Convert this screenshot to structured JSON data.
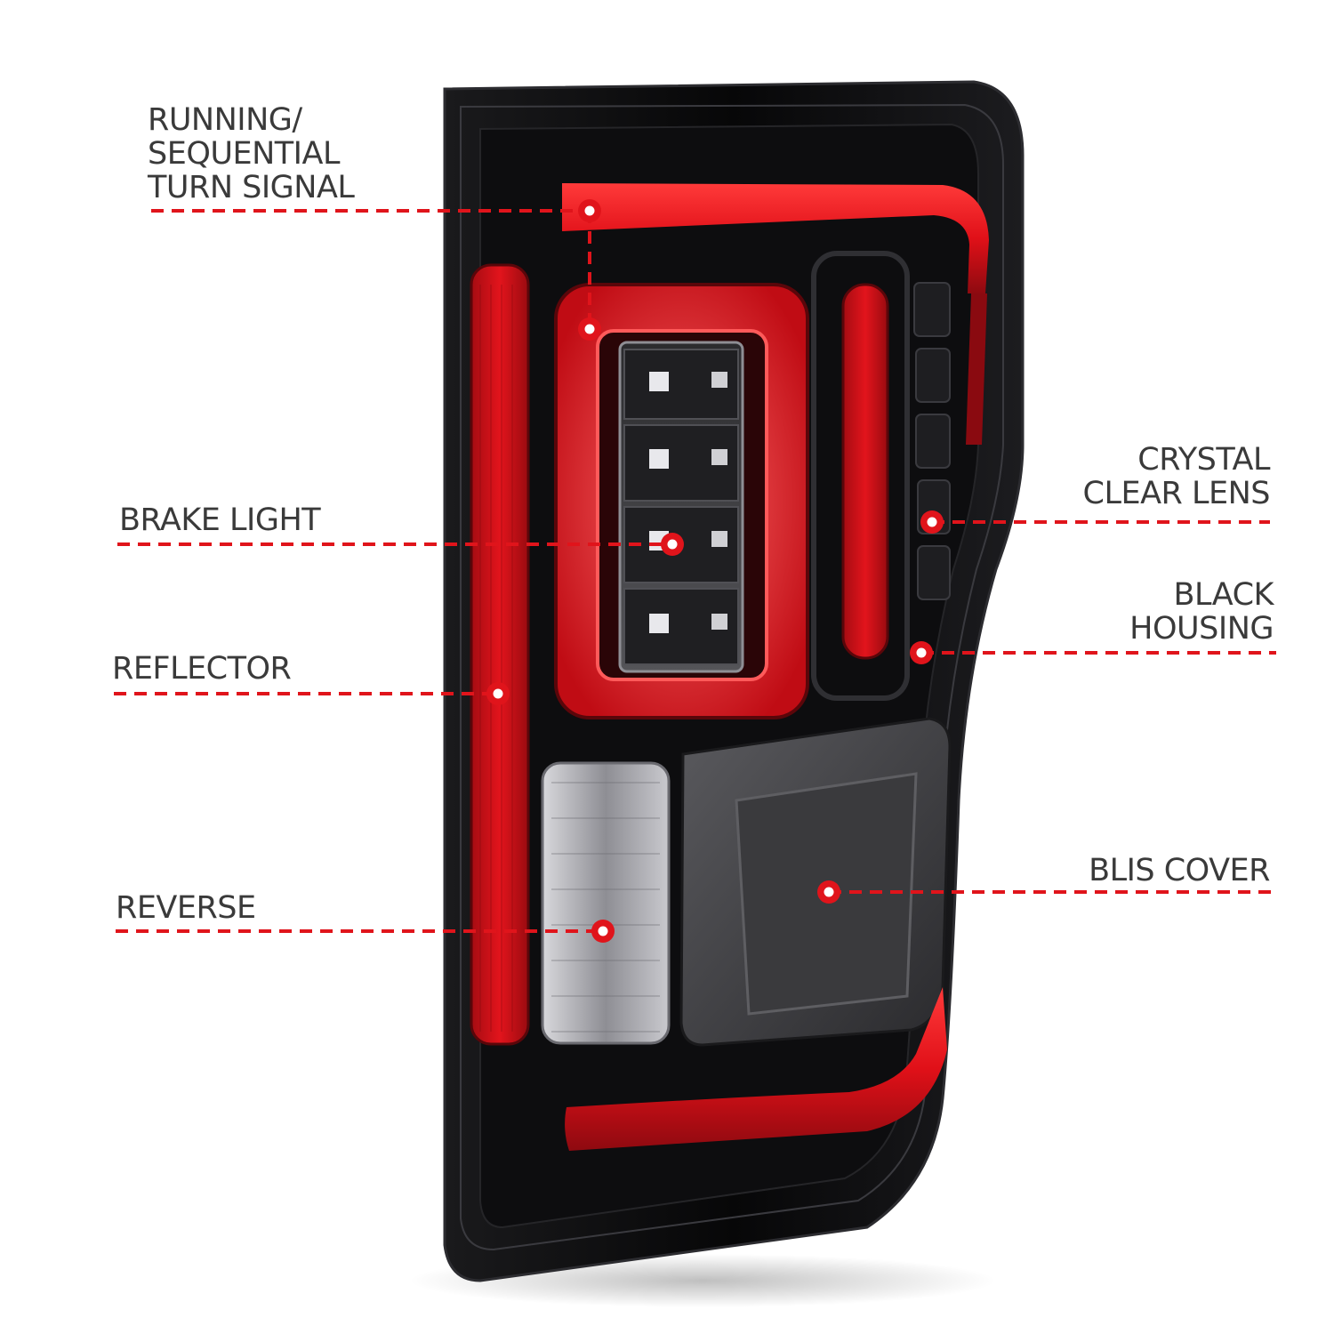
{
  "colors": {
    "callout": "#e0141b",
    "label_text": "#3a3a3a",
    "housing": "#0b0b0c",
    "light_red": "#d8121a",
    "smoke": "#3b3b3d",
    "clear": "#a8a8ad"
  },
  "callouts": [
    {
      "id": "running-sequential-turn-signal",
      "lines": [
        "RUNNING/",
        "SEQUENTIAL",
        "TURN SIGNAL"
      ]
    },
    {
      "id": "brake-light",
      "lines": [
        "BRAKE LIGHT"
      ]
    },
    {
      "id": "reflector",
      "lines": [
        "REFLECTOR"
      ]
    },
    {
      "id": "reverse",
      "lines": [
        "REVERSE"
      ]
    },
    {
      "id": "crystal-clear-lens",
      "lines": [
        "CRYSTAL",
        "CLEAR LENS"
      ]
    },
    {
      "id": "black-housing",
      "lines": [
        "BLACK",
        "HOUSING"
      ]
    },
    {
      "id": "blis-cover",
      "lines": [
        "BLIS COVER"
      ]
    }
  ]
}
